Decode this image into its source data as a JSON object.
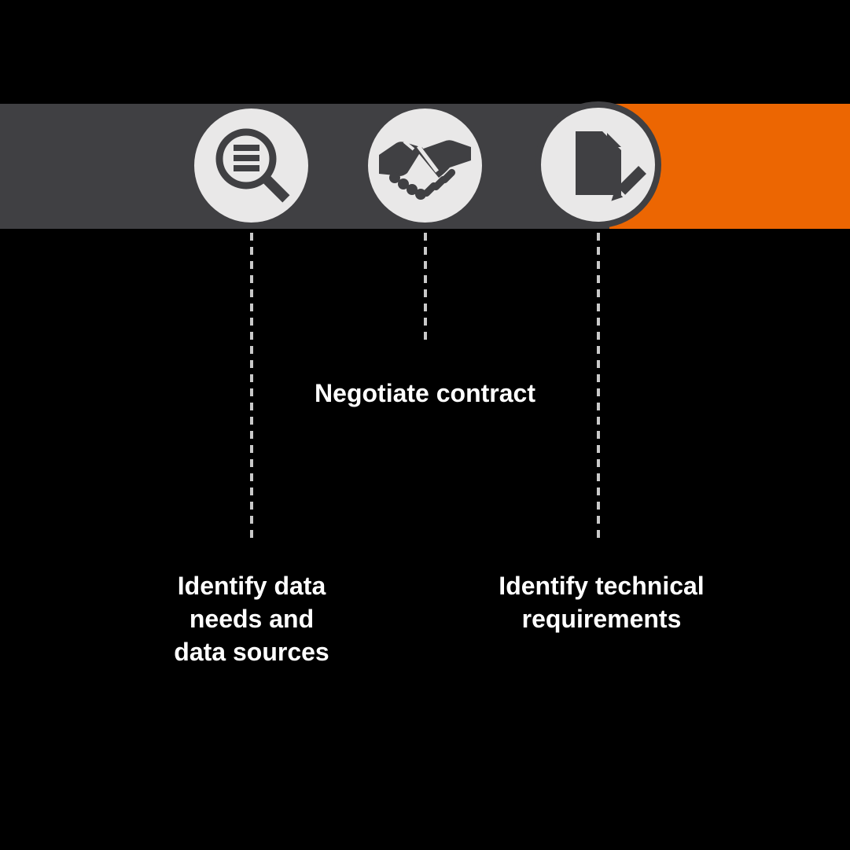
{
  "canvas": {
    "background_color": "#000000"
  },
  "process_bar": {
    "bar_color": "#404043",
    "highlight_color": "#ec6602",
    "circle_color": "#e9e8e8",
    "icon_color": "#404043",
    "connector_color": "#c9c9c9",
    "text_color": "#ffffff"
  },
  "steps": [
    {
      "id": "identify-data",
      "icon": "magnifier-list-icon",
      "label": "Identify data\nneeds and\ndata sources"
    },
    {
      "id": "negotiate-contract",
      "icon": "handshake-icon",
      "label": "Negotiate contract"
    },
    {
      "id": "identify-technical",
      "icon": "document-pencil-icon",
      "label": "Identify technical\nrequirements"
    }
  ]
}
